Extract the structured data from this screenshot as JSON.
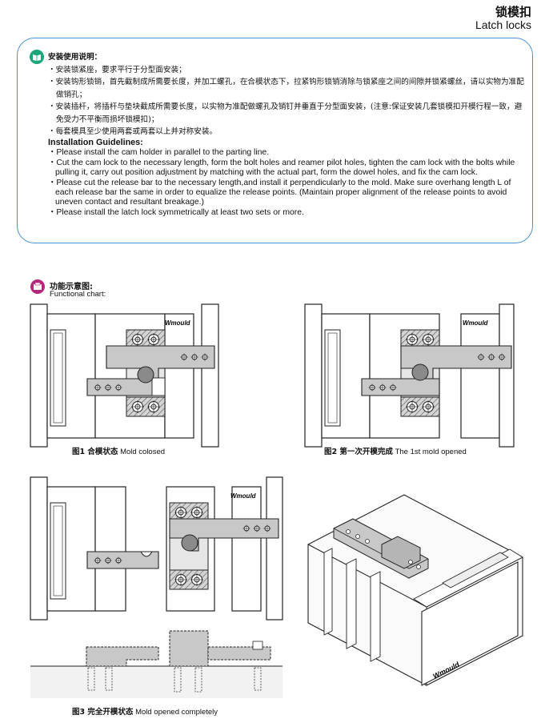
{
  "header": {
    "title_cn": "锁模扣",
    "title_en": "Latch locks"
  },
  "guidelines": {
    "title_cn": "安装使用说明：",
    "items_cn": [
      "・安装锁紧座，要求平行于分型面安装；",
      "・安装钩形锁销，首先截制成所需要长度，并加工螺孔，在合模状态下，拉紧钩形锁销消除与锁紧座之间的间隙并锁紧螺丝，请以实物为准配做销孔；",
      "・安装插杆，将插杆与垫块截成所需要长度，以实物为准配做螺孔及销钉并垂直于分型面安装，(注意:保证安装几套锁模扣开模行程一致，避免受力不平衡而损坏锁模扣)；",
      "・每套模具至少使用两套或两套以上并对称安装。"
    ],
    "title_en": "Installation Guidelines:",
    "items_en": [
      "・Please install the cam holder in parallel to the parting line.",
      "・Cut the cam lock to the necessary length, form the bolt holes and reamer pilot holes, tighten the cam lock with the bolts while pulling it, carry out position adjustment by matching with the actual part, form the dowel holes, and fix the cam lock.",
      "・Please cut the release bar to the necessary length,and install it perpendicularly to the mold. Make sure overhang length L of each release bar the same in order to equalize the release points. (Maintain proper alignment of the release points to avoid uneven contact and resultant breakage.)",
      "・Please install the latch lock symmetrically at least two sets or more."
    ]
  },
  "functional_chart": {
    "title_cn": "功能示意图:",
    "title_en": "Functional chart:"
  },
  "brand": "Wmould",
  "figures": [
    {
      "label_cn": "图1 合模状态",
      "label_en": "Mold colosed"
    },
    {
      "label_cn": "图2 第一次开模完成",
      "label_en": "The 1st mold opened"
    },
    {
      "label_cn": "图3 完全开模状态",
      "label_en": "Mold opened completely"
    }
  ],
  "colors": {
    "accent_blue": "#4a90d9",
    "icon_green": "#1aa57a",
    "icon_pink": "#b3287a",
    "part_gray": "#c8c8c8",
    "hatch": "#777777"
  },
  "icons": [
    "book-icon",
    "chart-icon"
  ]
}
